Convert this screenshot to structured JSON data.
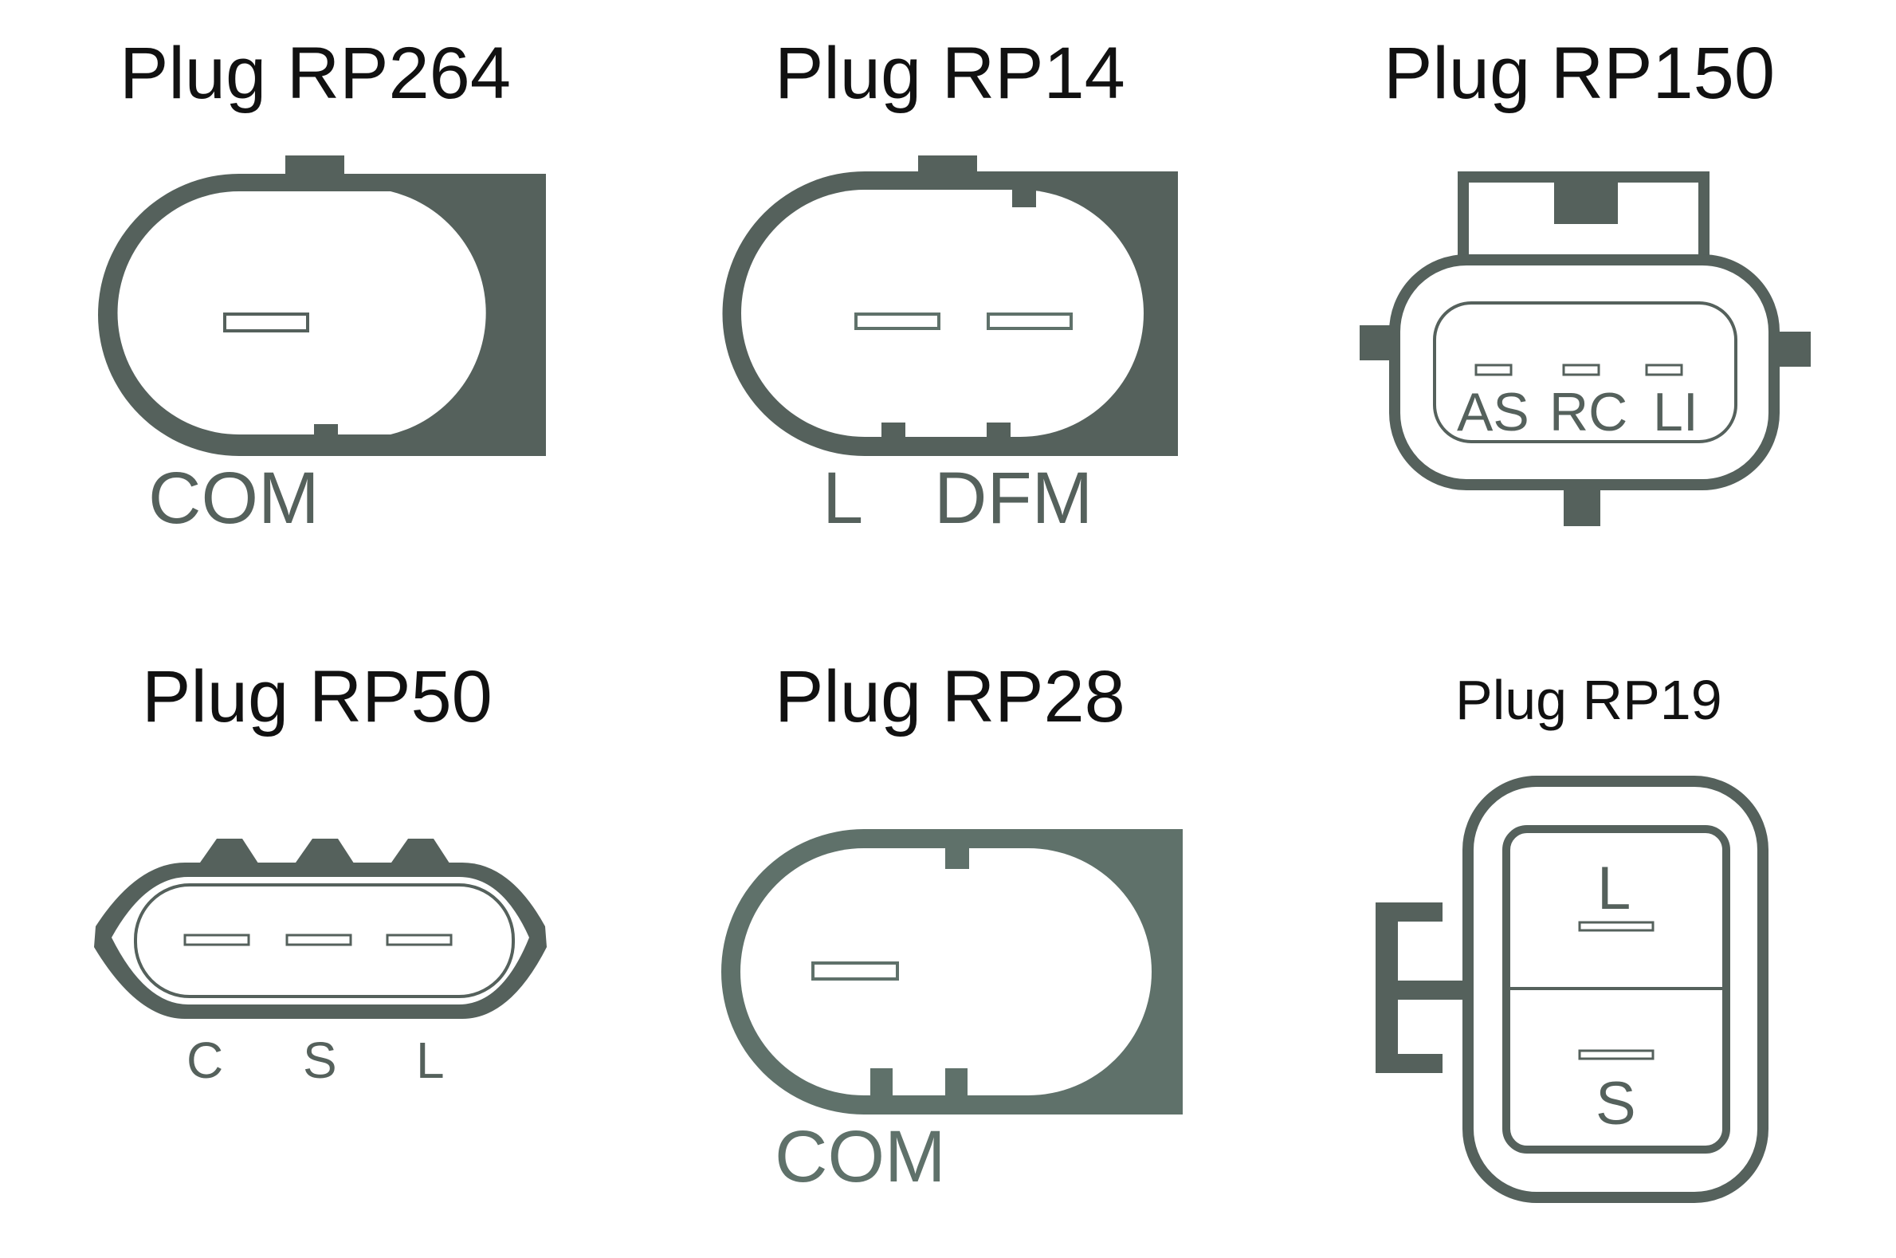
{
  "colors": {
    "housing": "#55615c",
    "housing_light": "#5f716a",
    "background": "#ffffff",
    "title_text": "#111111"
  },
  "plugs": [
    {
      "title": "Plug RP264",
      "pins": [
        "COM"
      ]
    },
    {
      "title": "Plug RP14",
      "pins": [
        "L",
        "DFM"
      ]
    },
    {
      "title": "Plug RP150",
      "pins": [
        "AS",
        "RC",
        "LI"
      ]
    },
    {
      "title": "Plug RP50",
      "pins": [
        "C",
        "S",
        "L"
      ]
    },
    {
      "title": "Plug RP28",
      "pins": [
        "COM"
      ]
    },
    {
      "title": "Plug RP19",
      "pins": [
        "L",
        "S"
      ]
    }
  ],
  "icons": [
    "two-pin-oval-plug-icon",
    "three-pin-square-plug-icon",
    "three-pin-rounded-plug-icon",
    "two-cell-plug-icon"
  ]
}
